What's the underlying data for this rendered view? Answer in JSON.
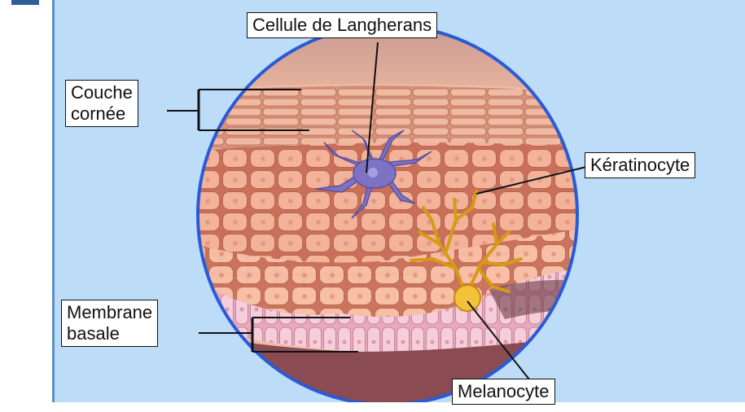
{
  "labels": {
    "langerhans": "Cellule de Langherans",
    "couche_cornee": "Couche\ncornée",
    "keratinocyte": "Kératinocyte",
    "membrane_basale": "Membrane\nbasale",
    "melanocyte": "Melanocyte"
  },
  "colors": {
    "background": "#bcdcf8",
    "circle_border": "#2a5bd7",
    "skin_cell": "#f0a98e",
    "skin_cell_outline": "#b8664f",
    "langerhans_cell": "#7e72c4",
    "melanocyte": "#f2c33a",
    "basal_layer": "#f2c3d2"
  }
}
